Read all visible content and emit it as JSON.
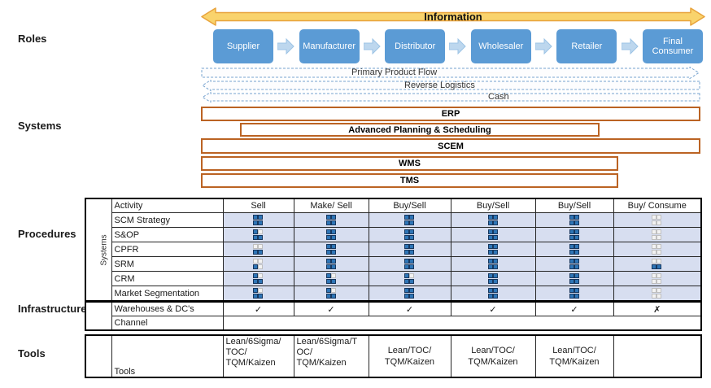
{
  "side_labels": {
    "roles": "Roles",
    "systems": "Systems",
    "procedures": "Procedures",
    "infrastructure": "Infrastructure",
    "tools": "Tools"
  },
  "information_arrow": {
    "label": "Information"
  },
  "roles": {
    "items": [
      "Supplier",
      "Manufacturer",
      "Distributor",
      "Wholesaler",
      "Retailer",
      "Final Consumer"
    ]
  },
  "flows": [
    {
      "label": "Primary Product Flow",
      "direction": "right"
    },
    {
      "label": "Reverse Logistics",
      "direction": "left"
    },
    {
      "label": "Cash",
      "direction": "left"
    }
  ],
  "systems_bars": [
    {
      "label": "ERP"
    },
    {
      "label": "Advanced Planning & Scheduling"
    },
    {
      "label": "SCEM"
    },
    {
      "label": "WMS"
    },
    {
      "label": "TMS"
    }
  ],
  "procedures_table": {
    "corner_label": "Systems",
    "activity_header": "Activity",
    "columns": [
      "Sell",
      "Make/ Sell",
      "Buy/Sell",
      "Buy/Sell",
      "Buy/Sell",
      "Buy/ Consume"
    ],
    "rating_scale_max": 4,
    "rows": [
      {
        "label": "SCM Strategy",
        "scores": [
          4,
          4,
          4,
          4,
          4,
          0
        ]
      },
      {
        "label": "S&OP",
        "scores": [
          3,
          4,
          4,
          4,
          4,
          0
        ]
      },
      {
        "label": "CPFR",
        "scores": [
          2,
          4,
          4,
          4,
          4,
          0
        ]
      },
      {
        "label": "SRM",
        "scores": [
          1,
          4,
          4,
          4,
          4,
          2
        ]
      },
      {
        "label": "CRM",
        "scores": [
          3,
          3,
          3,
          4,
          4,
          0
        ]
      },
      {
        "label": "Market Segmentation",
        "scores": [
          3,
          3,
          4,
          4,
          4,
          0
        ]
      }
    ]
  },
  "infrastructure_table": {
    "rows": [
      {
        "label": "Warehouses & DC's",
        "marks": [
          "✓",
          "✓",
          "✓",
          "✓",
          "✓",
          "✗"
        ]
      },
      {
        "label": "Channel",
        "marks": []
      }
    ]
  },
  "tools_table": {
    "label": "Tools",
    "cells": [
      "Lean/6Sigma/\nTOC/\nTQM/Kaizen",
      "Lean/6Sigma/T\nOC/\nTQM/Kaizen",
      "Lean/TOC/\nTQM/Kaizen",
      "Lean/TOC/\nTQM/Kaizen",
      "Lean/TOC/\nTQM/Kaizen",
      ""
    ]
  },
  "colors": {
    "role_box": "#5B9BD5",
    "flow_chevron": "#BDD7EE",
    "information_fill": "#F9D36C",
    "information_border": "#E8A33C",
    "system_bar_border": "#BB6323",
    "rating_filled": "#2E75B6",
    "rating_empty": "#F2F2F2",
    "procedures_cell_bg": "#D7DEF0",
    "flow_dash": "#76A3CF"
  }
}
